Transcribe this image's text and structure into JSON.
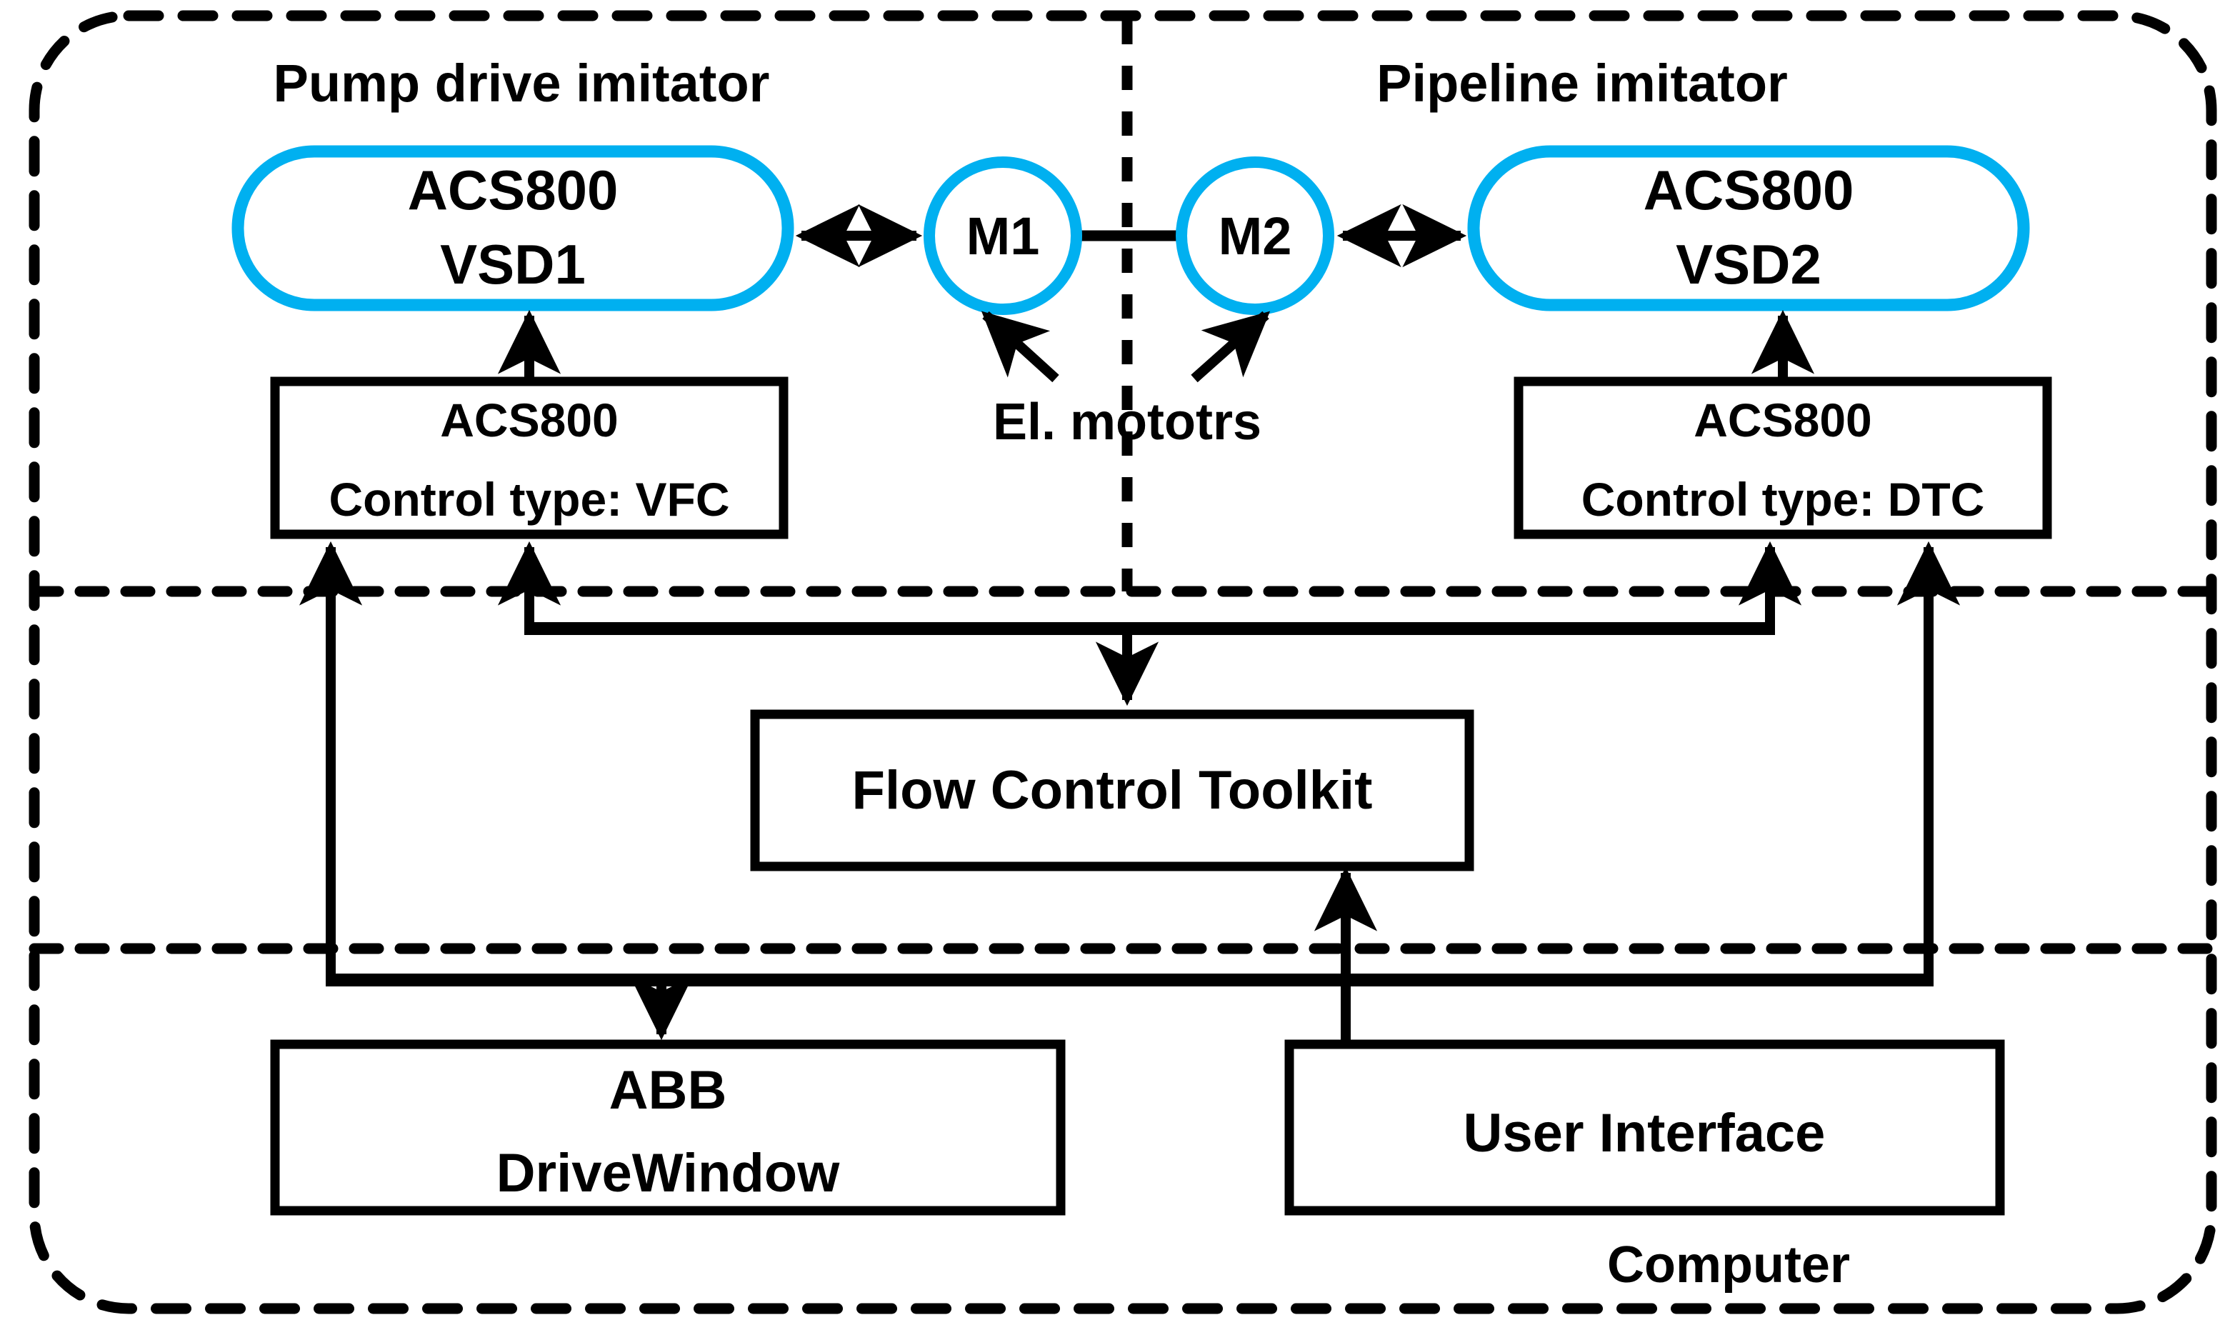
{
  "diagram": {
    "title_hidden": "",
    "colors": {
      "accent_blue": "#00B0F0",
      "line_black": "#000000",
      "background": "#FFFFFF"
    },
    "sections": {
      "pump_drive_imitator": "Pump drive imitator",
      "pipeline_imitator": "Pipeline imitator",
      "computer": "Computer"
    },
    "nodes": {
      "vsd1": {
        "line1": "ACS800",
        "line2": "VSD1"
      },
      "vsd2": {
        "line1": "ACS800",
        "line2": "VSD2"
      },
      "motor1": "M1",
      "motor2": "M2",
      "motors_label": "El. mototrs",
      "ctrl_left": {
        "line1": "ACS800",
        "line2": "Control type: VFC"
      },
      "ctrl_right": {
        "line1": "ACS800",
        "line2": "Control type: DTC"
      },
      "flow_control_toolkit": "Flow Control Toolkit",
      "abb_drivewindow": {
        "line1": "ABB",
        "line2": "DriveWindow"
      },
      "user_interface": "User Interface"
    }
  }
}
